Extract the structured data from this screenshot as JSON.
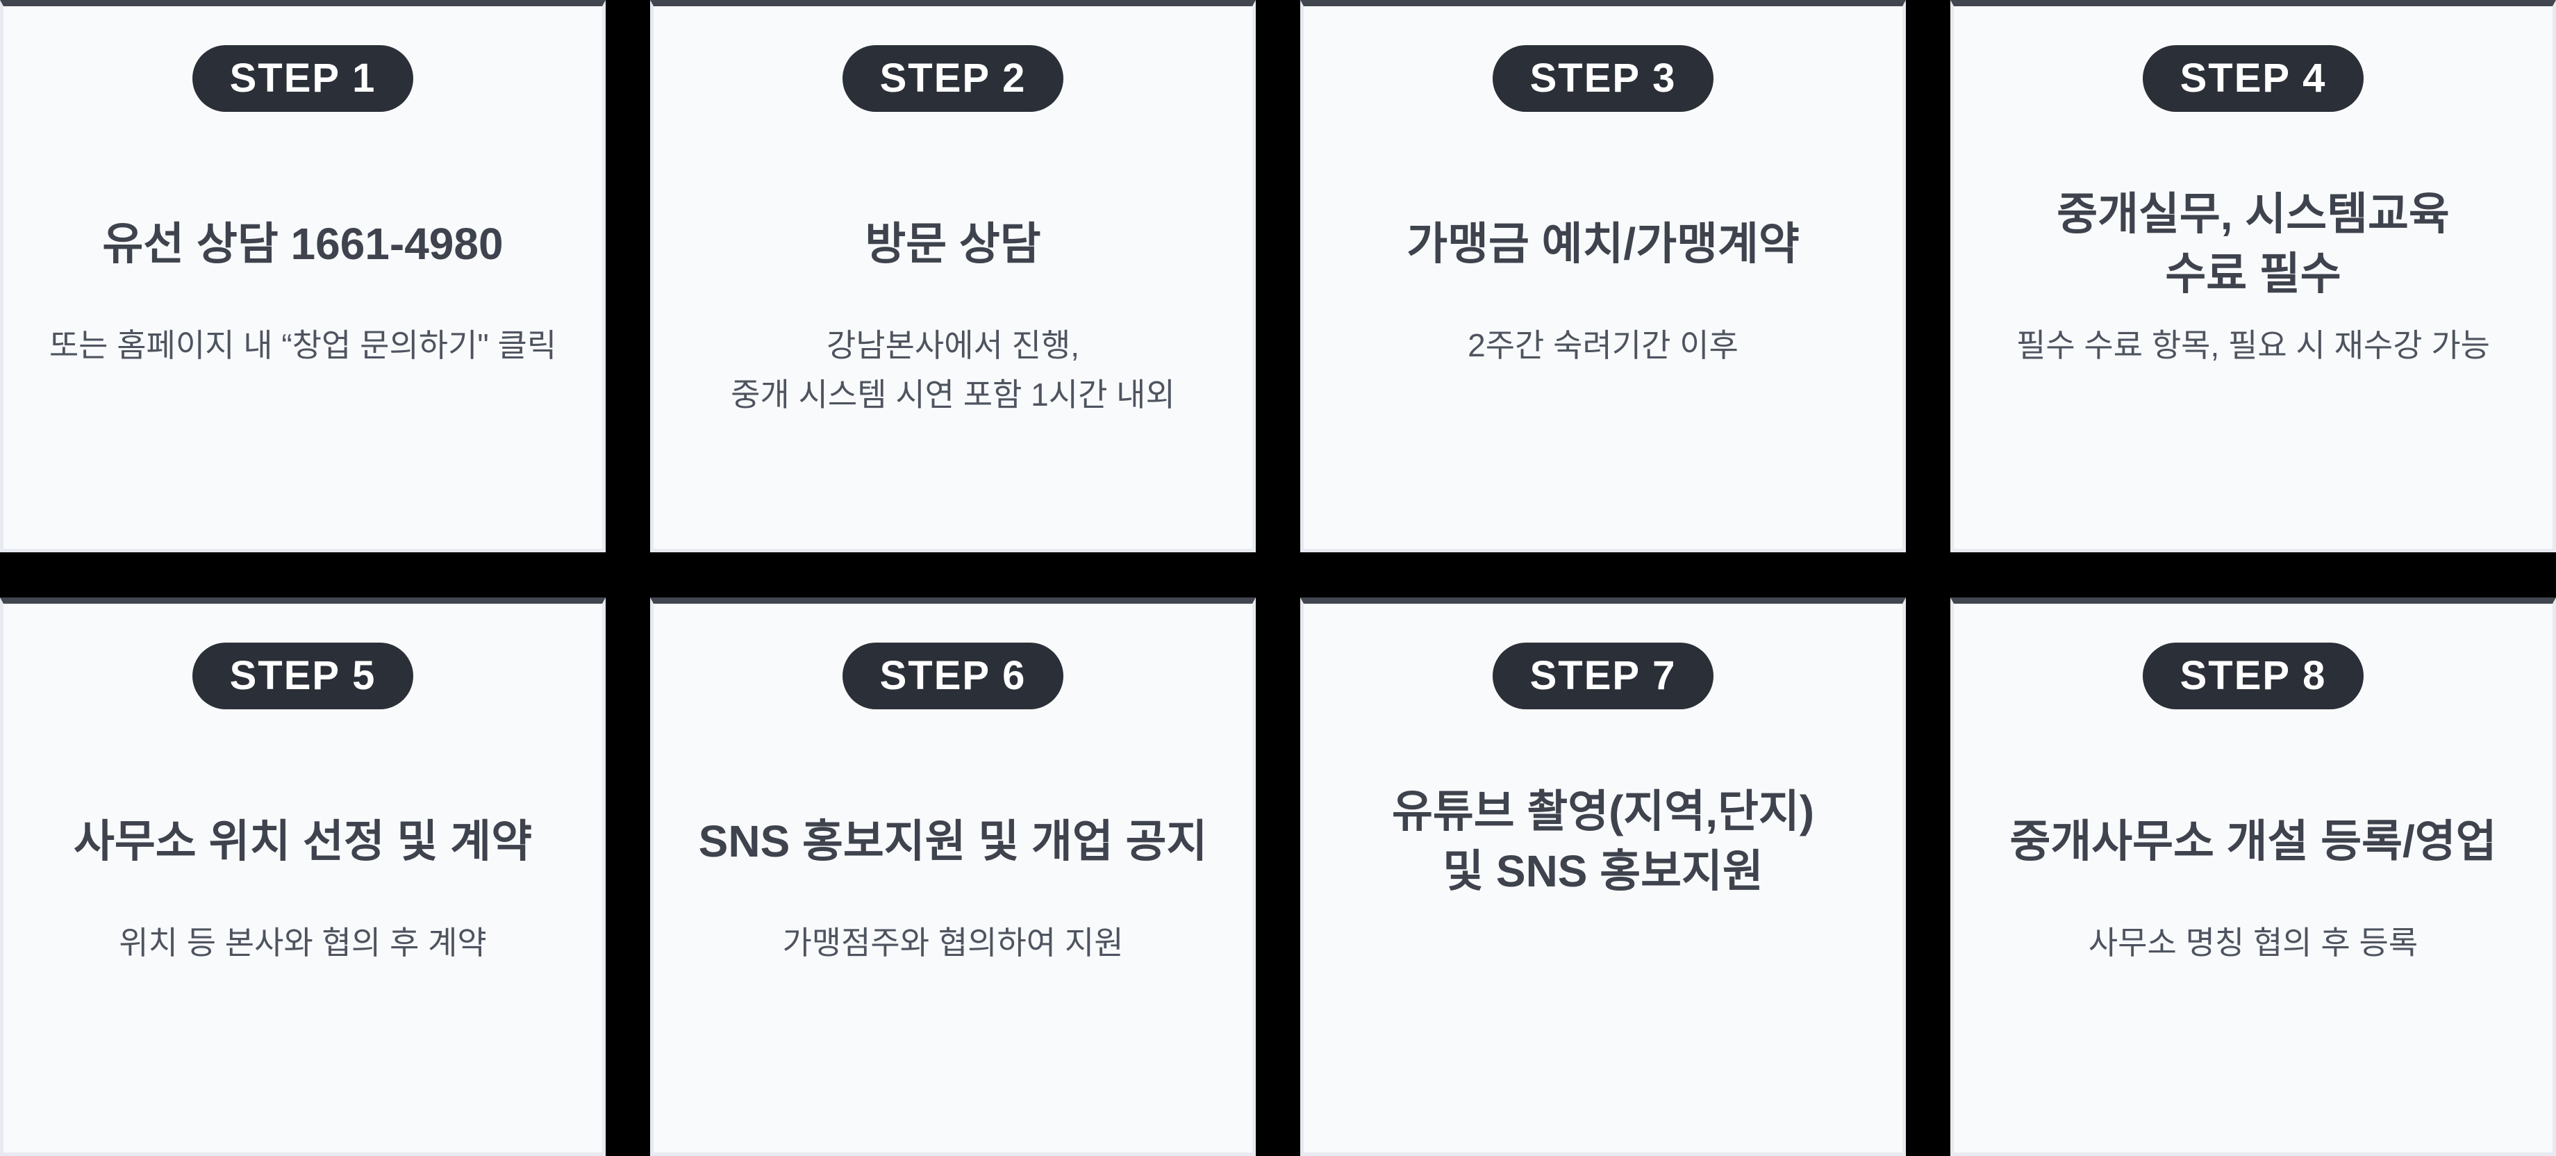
{
  "colors": {
    "page_background": "#000000",
    "card_background": "#f9fafc",
    "card_border": "#e8eaf1",
    "card_top_bar": "#42464f",
    "badge_background": "#2b2f37",
    "badge_text": "#ffffff",
    "title_text": "#3e434d",
    "description_text": "#4e545f"
  },
  "steps": [
    {
      "badge": "STEP 1",
      "title": [
        "유선 상담 1661-4980"
      ],
      "desc": [
        "또는 홈페이지 내 “창업 문의하기\" 클릭"
      ]
    },
    {
      "badge": "STEP 2",
      "title": [
        "방문 상담"
      ],
      "desc": [
        "강남본사에서 진행,",
        "중개 시스템 시연 포함 1시간 내외"
      ]
    },
    {
      "badge": "STEP 3",
      "title": [
        "가맹금 예치/가맹계약"
      ],
      "desc": [
        "2주간 숙려기간 이후"
      ]
    },
    {
      "badge": "STEP 4",
      "title": [
        "중개실무, 시스템교육",
        "수료 필수"
      ],
      "desc": [
        "필수 수료 항목, 필요 시 재수강 가능"
      ]
    },
    {
      "badge": "STEP 5",
      "title": [
        "사무소 위치 선정 및 계약"
      ],
      "desc": [
        "위치 등 본사와 협의 후 계약"
      ]
    },
    {
      "badge": "STEP 6",
      "title": [
        "SNS 홍보지원 및 개업 공지"
      ],
      "desc": [
        "가맹점주와 협의하여 지원"
      ]
    },
    {
      "badge": "STEP 7",
      "title": [
        "유튜브 촬영(지역,단지)",
        "및 SNS 홍보지원"
      ],
      "desc": []
    },
    {
      "badge": "STEP 8",
      "title": [
        "중개사무소 개설 등록/영업"
      ],
      "desc": [
        "사무소 명칭 협의 후 등록"
      ]
    }
  ]
}
